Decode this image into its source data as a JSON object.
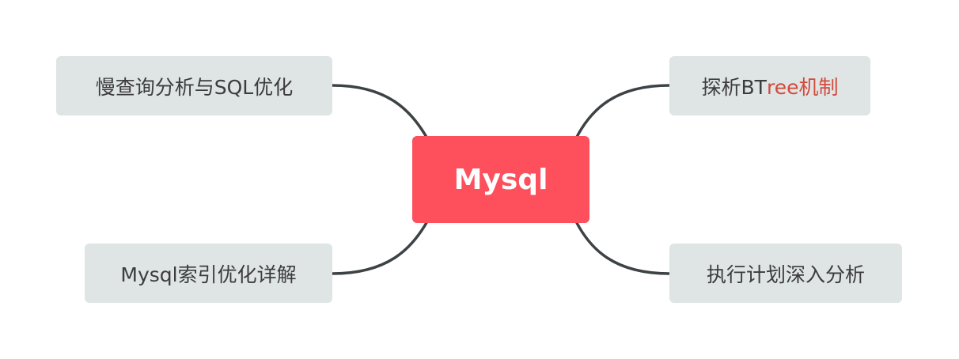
{
  "root": {
    "label": "Mysql"
  },
  "topics": {
    "slow_query": {
      "label": "慢查询分析与SQL优化"
    },
    "btree": {
      "label_plain": "探析BT",
      "label_accent": "ree机制"
    },
    "index": {
      "label": "Mysql索引优化详解"
    },
    "explain": {
      "label": "执行计划深入分析"
    }
  },
  "colors": {
    "root_fill": "#fd505c",
    "topic_fill": "#dfe4e4",
    "connector": "#3d4244",
    "accent_text": "#d24a3c"
  }
}
